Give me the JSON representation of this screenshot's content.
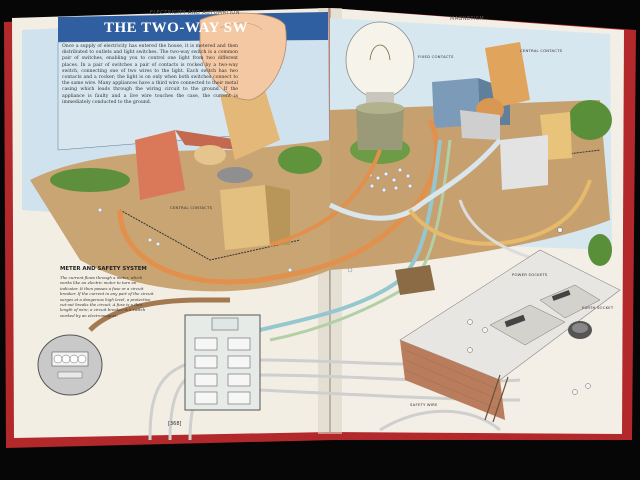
{
  "book": {
    "title": "THE TWO-WAY SW",
    "running_head_left": "ELECTRICITY AND AUTOMATION",
    "running_head_right": "MAGNETISM",
    "page_number": "[368]",
    "intro_text": "Once a supply of electricity has entered the house, it is metered and then distributed to outlets and light switches. The two-way switch is a common pair of switches, enabling you to control one light from two different places. In a pair of switches a pair of contacts is rocked by a two-way switch, connecting one of two wires to the light. Each switch has two contacts and a rocker; the light is on only when both switches connect to the same wire. Many appliances have a third wire connected to their metal casing which leads through the wiring circuit to the ground. If the appliance is faulty and a live wire touches the case, the current is immediately conducted to the ground.",
    "subheading": "METER AND SAFETY SYSTEM",
    "caption": "The current flows through a meter, which works like an electric motor to turn an indicator. It then passes a fuse or a circuit breaker. If the current in any part of the circuit surges at a dangerous high level, a protective cut-out breaks the circuit. A fuse is a thin length of wire; a circuit breaker is a switch worked by an electromagnet.",
    "labels": {
      "center_contacts": "CENTRAL CONTACTS",
      "fixed_contacts": "FIXED CONTACTS",
      "contacts_right": "CENTRAL CONTACTS",
      "power_sockets": "POWER SOCKETS",
      "earth_socket": "EARTH SOCKET",
      "safety_wire": "SAFETY WIRE"
    }
  }
}
